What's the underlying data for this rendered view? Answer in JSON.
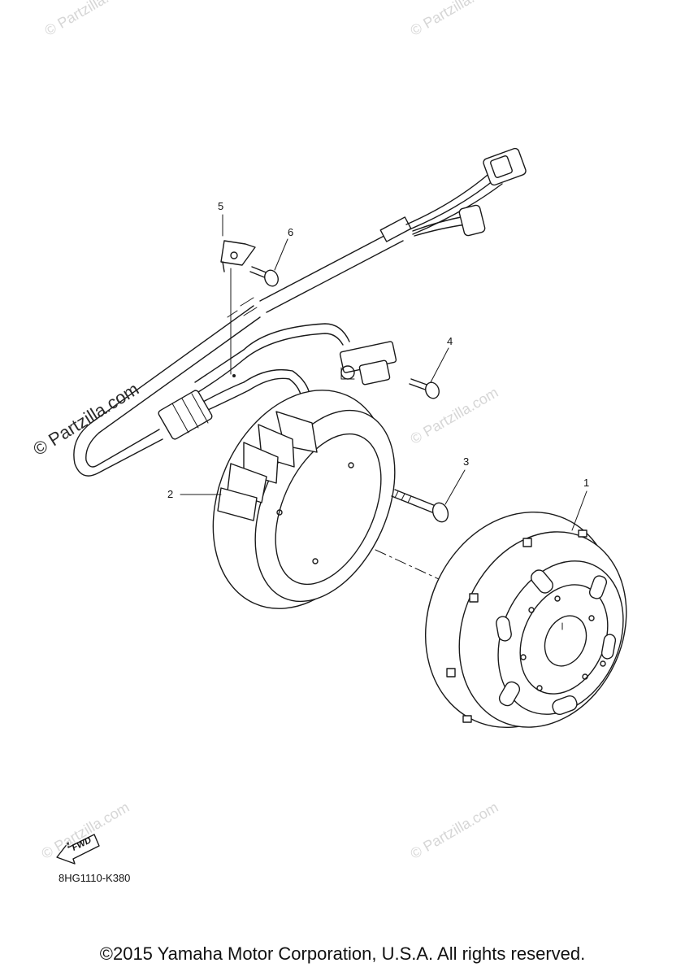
{
  "watermark_text": "© Partzilla.com",
  "parts": [
    {
      "number": "1",
      "name": "rotor"
    },
    {
      "number": "2",
      "name": "stator"
    },
    {
      "number": "3",
      "name": "bolt"
    },
    {
      "number": "4",
      "name": "screw"
    },
    {
      "number": "5",
      "name": "clamp"
    },
    {
      "number": "6",
      "name": "screw"
    }
  ],
  "fwd_label": "FWD",
  "diagram_code": "8HG1110-K380",
  "copyright": "©2015 Yamaha Motor Corporation, U.S.A. All rights reserved."
}
